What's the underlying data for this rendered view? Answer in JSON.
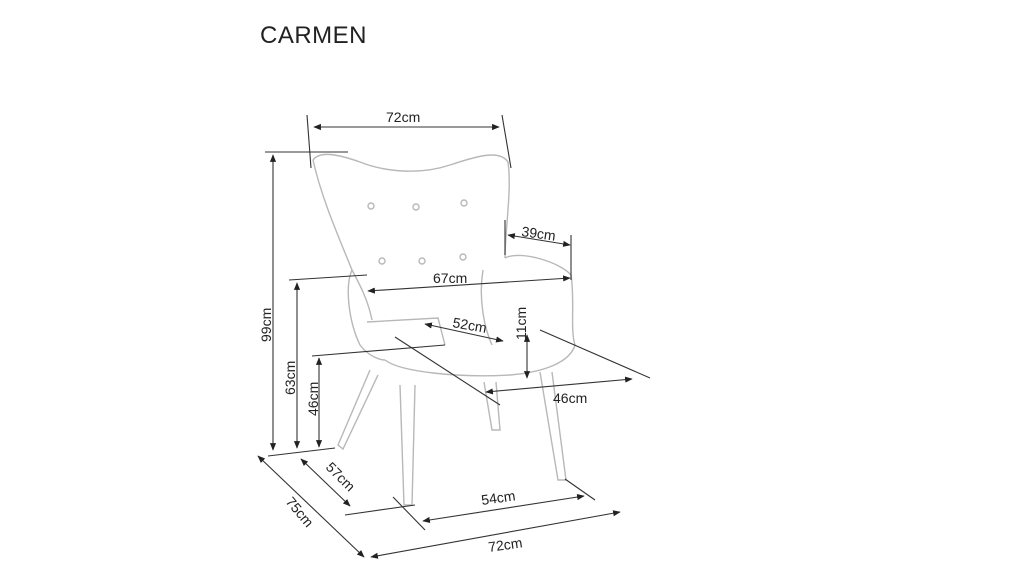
{
  "title": "CARMEN",
  "dimensions": {
    "top_width": "72cm",
    "total_height": "99cm",
    "armrest_height": "63cm",
    "seat_height": "46cm",
    "armrest_depth": "39cm",
    "inner_width": "67cm",
    "seat_width": "52cm",
    "armrest_above_seat": "11cm",
    "seat_depth": "46cm",
    "leg_depth": "57cm",
    "total_depth": "75cm",
    "leg_width": "54cm",
    "base_width": "72cm"
  }
}
